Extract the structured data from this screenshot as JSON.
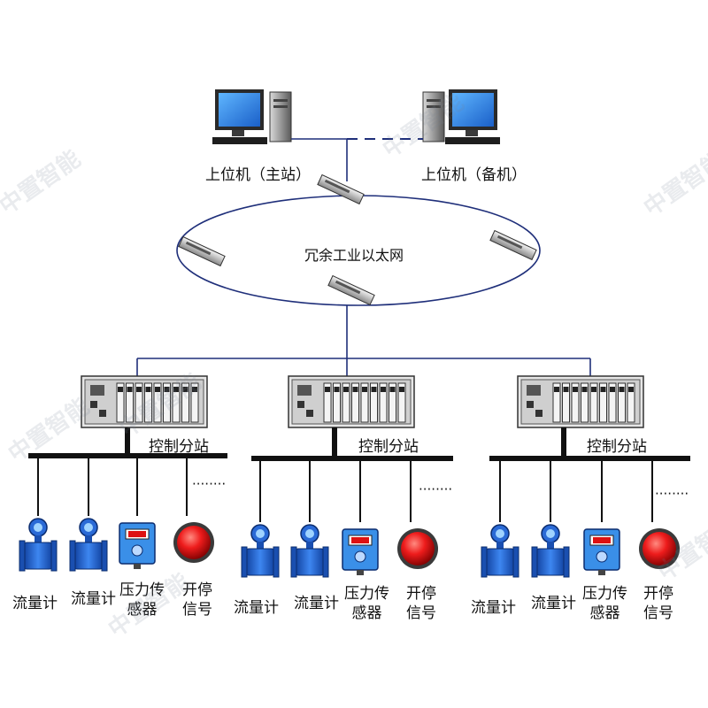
{
  "top": {
    "master_label": "上位机（主站）",
    "backup_label": "上位机（备机）"
  },
  "ring": {
    "label": "冗余工业以太网"
  },
  "stations": [
    {
      "label": "控制分站",
      "devices": [
        {
          "type": "flowmeter",
          "label": "流量计"
        },
        {
          "type": "flowmeter",
          "label": "流量计"
        },
        {
          "type": "pressure-sensor",
          "label_line1": "压力传",
          "label_line2": "感器"
        },
        {
          "type": "signal-lamp",
          "label_line1": "开停",
          "label_line2": "信号"
        }
      ],
      "more": "········"
    },
    {
      "label": "控制分站",
      "devices": [
        {
          "type": "flowmeter",
          "label": "流量计"
        },
        {
          "type": "flowmeter",
          "label": "流量计"
        },
        {
          "type": "pressure-sensor",
          "label_line1": "压力传",
          "label_line2": "感器"
        },
        {
          "type": "signal-lamp",
          "label_line1": "开停",
          "label_line2": "信号"
        }
      ],
      "more": "········"
    },
    {
      "label": "控制分站",
      "devices": [
        {
          "type": "flowmeter",
          "label": "流量计"
        },
        {
          "type": "flowmeter",
          "label": "流量计"
        },
        {
          "type": "pressure-sensor",
          "label_line1": "压力传",
          "label_line2": "感器"
        },
        {
          "type": "signal-lamp",
          "label_line1": "开停",
          "label_line2": "信号"
        }
      ],
      "more": "········"
    }
  ],
  "watermark": "中置智能",
  "colors": {
    "network_line": "#1f2f7a",
    "bus_line": "#111111",
    "device_blue": "#1f5fd0",
    "lamp_red": "#e01010"
  }
}
